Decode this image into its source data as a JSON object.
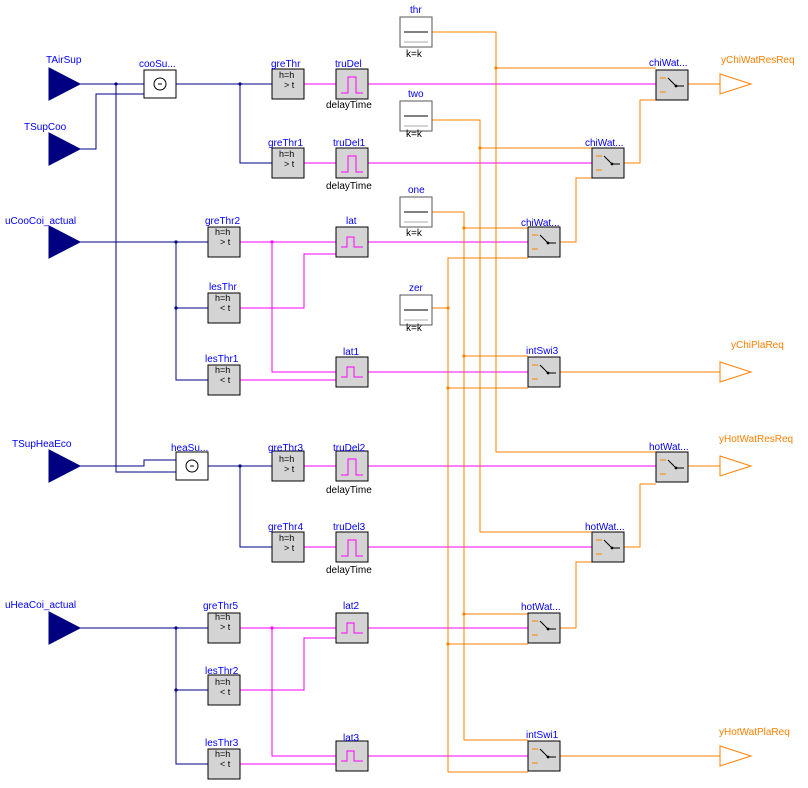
{
  "inputs": [
    {
      "name": "TAirSup"
    },
    {
      "name": "TSupCoo"
    },
    {
      "name": "uCooCoi_actual"
    },
    {
      "name": "TSupHeaEco"
    },
    {
      "name": "uHeaCoi_actual"
    }
  ],
  "outputs": [
    {
      "name": "yChiWatResReq"
    },
    {
      "name": "yChiPlaReq"
    },
    {
      "name": "yHotWatResReq"
    },
    {
      "name": "yHotWatPlaReq"
    }
  ],
  "adders": [
    {
      "name": "cooSu..."
    },
    {
      "name": "heaSu..."
    }
  ],
  "comparators": [
    {
      "name": "greThr",
      "line1": "h=h",
      "line2": "> t"
    },
    {
      "name": "greThr1",
      "line1": "h=h",
      "line2": "> t"
    },
    {
      "name": "greThr2",
      "line1": "h=h",
      "line2": "> t"
    },
    {
      "name": "lesThr",
      "line1": "h=h",
      "line2": "< t"
    },
    {
      "name": "lesThr1",
      "line1": "h=h",
      "line2": "< t"
    },
    {
      "name": "greThr3",
      "line1": "h=h",
      "line2": "> t"
    },
    {
      "name": "greThr4",
      "line1": "h=h",
      "line2": "> t"
    },
    {
      "name": "greThr5",
      "line1": "h=h",
      "line2": "> t"
    },
    {
      "name": "lesThr2",
      "line1": "h=h",
      "line2": "< t"
    },
    {
      "name": "lesThr3",
      "line1": "h=h",
      "line2": "< t"
    }
  ],
  "delays": [
    {
      "name": "truDel",
      "param": "delayTime"
    },
    {
      "name": "truDel1",
      "param": "delayTime"
    },
    {
      "name": "truDel2",
      "param": "delayTime"
    },
    {
      "name": "truDel3",
      "param": "delayTime"
    }
  ],
  "latches": [
    {
      "name": "lat"
    },
    {
      "name": "lat1"
    },
    {
      "name": "lat2"
    },
    {
      "name": "lat3"
    }
  ],
  "constants": [
    {
      "name": "thr",
      "param": "k=k"
    },
    {
      "name": "two",
      "param": "k=k"
    },
    {
      "name": "one",
      "param": "k=k"
    },
    {
      "name": "zer",
      "param": "k=k"
    }
  ],
  "switches": [
    {
      "name": "chiWat..."
    },
    {
      "name": "chiWat..."
    },
    {
      "name": "chiWat..."
    },
    {
      "name": "intSwi3"
    },
    {
      "name": "hotWat..."
    },
    {
      "name": "hotWat..."
    },
    {
      "name": "hotWat..."
    },
    {
      "name": "intSwi1"
    }
  ],
  "colors": {
    "real_signal": "#000080",
    "boolean_signal": "#ff00ff",
    "integer_signal": "#ff8000",
    "label": "#0000ff"
  }
}
